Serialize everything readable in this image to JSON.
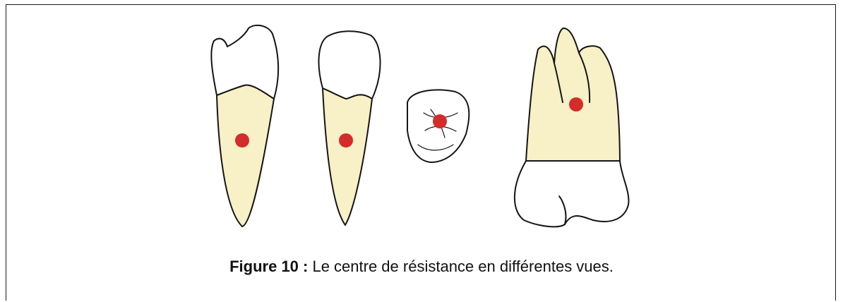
{
  "colors": {
    "root": "#f8f0c6",
    "crown": "#ffffff",
    "outline": "#151515",
    "center_of_resistance": "#d42b2b"
  },
  "figure": {
    "views": [
      "incisor-labial-view",
      "incisor-proximal-view",
      "root-cross-section",
      "molar-view"
    ],
    "marker": "center-of-resistance-dot"
  },
  "caption": {
    "label": "Figure 10 :",
    "text": " Le centre de résistance en différentes vues."
  }
}
